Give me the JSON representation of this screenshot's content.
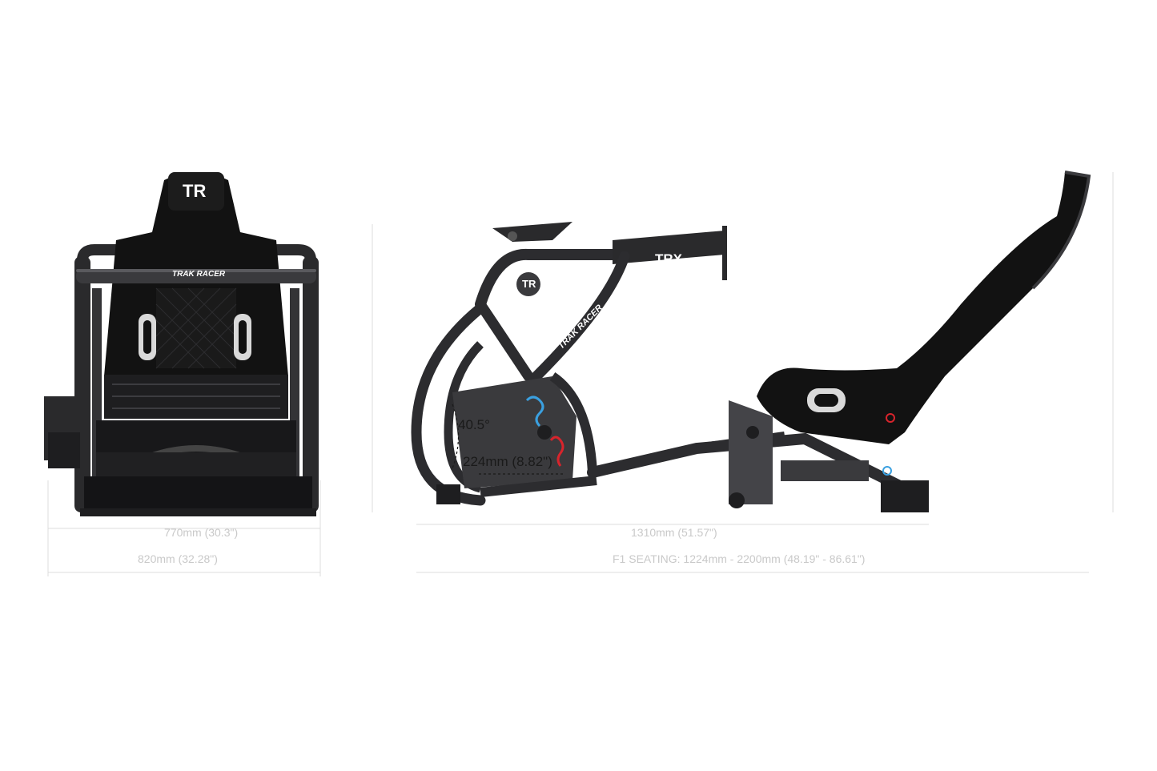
{
  "front_view": {
    "headrest_logo": "TR",
    "crossbar_brand": "TRAK RACER",
    "dim_width_inner": "770mm (30.3\")",
    "dim_width_outer": "820mm (32.28\")"
  },
  "side_view": {
    "wheel_plate_brand": "TRX",
    "frame_brand": "TRAK RACER",
    "frame_logo": "TR",
    "tilt_angle": "40.5°",
    "pedal_travel": "224mm (8.82\")",
    "dim_length": "1310mm (51.57\")",
    "dim_seat_range": "F1 SEATING: 1224mm - 2200mm (48.19\" - 86.61\")"
  },
  "colors": {
    "frame": "#2a2a2c",
    "frame_highlight": "#4a4a4e",
    "seat_fabric": "#121212",
    "accent_blue": "#3aa0e0",
    "accent_red": "#d8242c"
  }
}
